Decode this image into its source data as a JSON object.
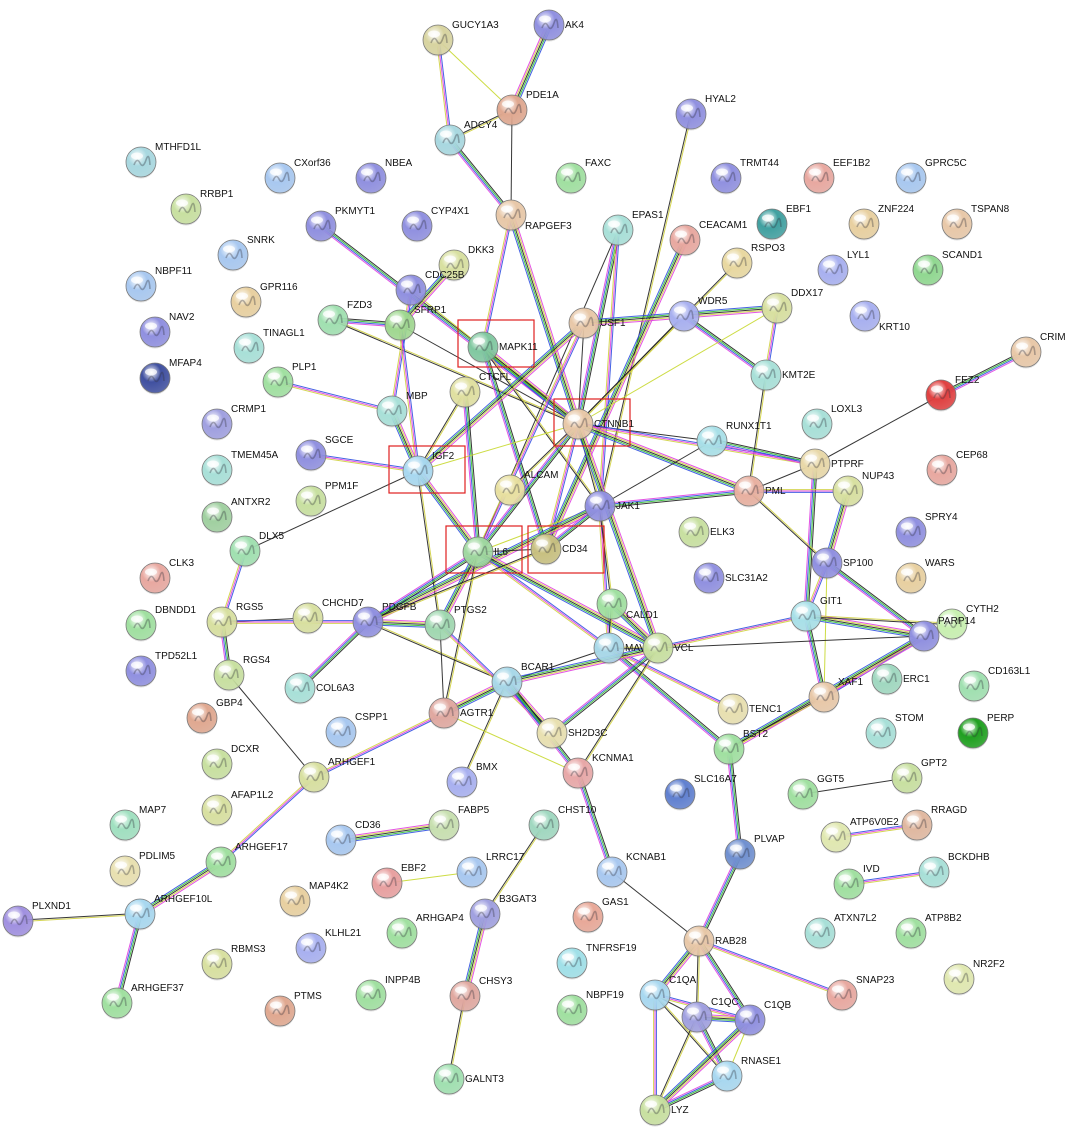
{
  "nodes": [
    {
      "id": "AK4",
      "color": "#9090e0"
    },
    {
      "id": "GUCY1A3",
      "color": "#d8d4a0"
    },
    {
      "id": "PDE1A",
      "color": "#e0a890"
    },
    {
      "id": "ADCY4",
      "color": "#a8d8e0"
    },
    {
      "id": "HYAL2",
      "color": "#9090e0"
    },
    {
      "id": "MTHFD1L",
      "color": "#a8d8e0"
    },
    {
      "id": "CXorf36",
      "color": "#a8c8f0"
    },
    {
      "id": "NBEA",
      "color": "#9090e0"
    },
    {
      "id": "FAXC",
      "color": "#a0e0a0"
    },
    {
      "id": "TRMT44",
      "color": "#9090e0"
    },
    {
      "id": "EEF1B2",
      "color": "#e8a8a0"
    },
    {
      "id": "GPRC5C",
      "color": "#a8c8f0"
    },
    {
      "id": "RRBP1",
      "color": "#c8e0a0"
    },
    {
      "id": "RAPGEF3",
      "color": "#e8c8a8"
    },
    {
      "id": "EPAS1",
      "color": "#a8e0d8"
    },
    {
      "id": "CEACAM1",
      "color": "#e8a8a0"
    },
    {
      "id": "EBF1",
      "color": "#40a0a0"
    },
    {
      "id": "ZNF224",
      "color": "#e8d0a0"
    },
    {
      "id": "TSPAN8",
      "color": "#e8c8a8"
    },
    {
      "id": "PKMYT1",
      "color": "#9090e0"
    },
    {
      "id": "CYP4X1",
      "color": "#9090e0"
    },
    {
      "id": "SNRK",
      "color": "#a8c8f0"
    },
    {
      "id": "DKK3",
      "color": "#d8e0a0"
    },
    {
      "id": "CDC25B",
      "color": "#9090e0"
    },
    {
      "id": "RSPO3",
      "color": "#e8d8a0"
    },
    {
      "id": "LYL1",
      "color": "#a8b0f0"
    },
    {
      "id": "SCAND1",
      "color": "#90d890"
    },
    {
      "id": "NBPF11",
      "color": "#a8c8f0"
    },
    {
      "id": "GPR116",
      "color": "#e8d0a0"
    },
    {
      "id": "FZD3",
      "color": "#a0e0b0"
    },
    {
      "id": "SFRP1",
      "color": "#a0d890"
    },
    {
      "id": "MAPK11",
      "color": "#80c8a0"
    },
    {
      "id": "USF1",
      "color": "#e8c8a8"
    },
    {
      "id": "WDR5",
      "color": "#a8b0f0"
    },
    {
      "id": "DDX17",
      "color": "#d8e0a0"
    },
    {
      "id": "KRT10",
      "color": "#a8b0f0"
    },
    {
      "id": "NAV2",
      "color": "#9090e0"
    },
    {
      "id": "TINAGL1",
      "color": "#a8e0d8"
    },
    {
      "id": "CRIM",
      "color": "#e8c8a8"
    },
    {
      "id": "MFAP4",
      "color": "#4050a0"
    },
    {
      "id": "PLP1",
      "color": "#a0e0a0"
    },
    {
      "id": "CTCFL",
      "color": "#e0e0a0"
    },
    {
      "id": "KMT2E",
      "color": "#a8e0d8"
    },
    {
      "id": "FEZ2",
      "color": "#e04040"
    },
    {
      "id": "CRMP1",
      "color": "#a0a0e0"
    },
    {
      "id": "MBP",
      "color": "#a8e0d8"
    },
    {
      "id": "CTNNB1",
      "color": "#e8c8a8"
    },
    {
      "id": "LOXL3",
      "color": "#a8e0d8"
    },
    {
      "id": "RUNX1T1",
      "color": "#a8e0e8"
    },
    {
      "id": "SGCE",
      "color": "#9090e0"
    },
    {
      "id": "IGF2",
      "color": "#a8d8f0"
    },
    {
      "id": "PTPRF",
      "color": "#e8d8a8"
    },
    {
      "id": "CEP68",
      "color": "#e8a8a0"
    },
    {
      "id": "TMEM45A",
      "color": "#a8e0d8"
    },
    {
      "id": "NUP43",
      "color": "#d8e0a0"
    },
    {
      "id": "PPM1F",
      "color": "#c8e0a0"
    },
    {
      "id": "ALCAM",
      "color": "#e8e0a0"
    },
    {
      "id": "PML",
      "color": "#e8b0a0"
    },
    {
      "id": "ANTXR2",
      "color": "#a0d0a0"
    },
    {
      "id": "JAK1",
      "color": "#9090e0"
    },
    {
      "id": "ELK3",
      "color": "#c8e0a0"
    },
    {
      "id": "SPRY4",
      "color": "#9090e0"
    },
    {
      "id": "DLX5",
      "color": "#a0e0b0"
    },
    {
      "id": "IL6",
      "color": "#a0d8a0"
    },
    {
      "id": "CD34",
      "color": "#c8c080"
    },
    {
      "id": "SP100",
      "color": "#9090e0"
    },
    {
      "id": "CLK3",
      "color": "#e8a8a0"
    },
    {
      "id": "SLC31A2",
      "color": "#9090e0"
    },
    {
      "id": "WARS",
      "color": "#e8d0a0"
    },
    {
      "id": "CALD1",
      "color": "#a0e0a0"
    },
    {
      "id": "DBNDD1",
      "color": "#a0e0a0"
    },
    {
      "id": "RGS5",
      "color": "#d8e0a0"
    },
    {
      "id": "CHCHD7",
      "color": "#d8e0a0"
    },
    {
      "id": "PDGFB",
      "color": "#9090e0"
    },
    {
      "id": "PTGS2",
      "color": "#a0d8b0"
    },
    {
      "id": "GIT1",
      "color": "#a8e0e8"
    },
    {
      "id": "CYTH2",
      "color": "#c8f0b0"
    },
    {
      "id": "PARP14",
      "color": "#9090e0"
    },
    {
      "id": "TPD52L1",
      "color": "#9090e0"
    },
    {
      "id": "RGS4",
      "color": "#c8e0a0"
    },
    {
      "id": "MAVS",
      "color": "#a8d8e8"
    },
    {
      "id": "VCL",
      "color": "#c8e0a0"
    },
    {
      "id": "COL6A3",
      "color": "#a8e0d8"
    },
    {
      "id": "ERC1",
      "color": "#a0d8c0"
    },
    {
      "id": "CD163L1",
      "color": "#a0e0b0"
    },
    {
      "id": "BCAR1",
      "color": "#a8d8e8"
    },
    {
      "id": "XAF1",
      "color": "#e8c8a8"
    },
    {
      "id": "GBP4",
      "color": "#e0a890"
    },
    {
      "id": "TENC1",
      "color": "#e8e0b0"
    },
    {
      "id": "AGTR1",
      "color": "#e0a8a0"
    },
    {
      "id": "CSPP1",
      "color": "#a8c8f0"
    },
    {
      "id": "STOM",
      "color": "#a8e0d8"
    },
    {
      "id": "SH2D3C",
      "color": "#e8e0b0"
    },
    {
      "id": "PERP",
      "color": "#20a020"
    },
    {
      "id": "DCXR",
      "color": "#c8e0a0"
    },
    {
      "id": "BST2",
      "color": "#a0e0a0"
    },
    {
      "id": "KCNMA1",
      "color": "#e8a8a8"
    },
    {
      "id": "ARHGEF1",
      "color": "#d8e0a0"
    },
    {
      "id": "BMX",
      "color": "#a8b0f0"
    },
    {
      "id": "SLC16A7",
      "color": "#6080d0"
    },
    {
      "id": "GPT2",
      "color": "#c8e0a0"
    },
    {
      "id": "GGT5",
      "color": "#a0e0a0"
    },
    {
      "id": "AFAP1L2",
      "color": "#d8e0a0"
    },
    {
      "id": "MAP7",
      "color": "#a0e0c0"
    },
    {
      "id": "FABP5",
      "color": "#c8e0b0"
    },
    {
      "id": "CHST10",
      "color": "#a0d8c0"
    },
    {
      "id": "ATP6V0E2",
      "color": "#e0e8b0"
    },
    {
      "id": "RRAGD",
      "color": "#e0b8a0"
    },
    {
      "id": "CD36",
      "color": "#a8c8f0"
    },
    {
      "id": "ARHGEF17",
      "color": "#a0e0a0"
    },
    {
      "id": "PDLIM5",
      "color": "#e8e0b0"
    },
    {
      "id": "PLVAP",
      "color": "#7090d0"
    },
    {
      "id": "EBF2",
      "color": "#e8a0a0"
    },
    {
      "id": "LRRC17",
      "color": "#a8c8f0"
    },
    {
      "id": "KCNAB1",
      "color": "#a8c8f0"
    },
    {
      "id": "IVD",
      "color": "#a0e0a0"
    },
    {
      "id": "BCKDHB",
      "color": "#a8e0d8"
    },
    {
      "id": "MAP4K2",
      "color": "#e8d0a0"
    },
    {
      "id": "PLXND1",
      "color": "#a090e0"
    },
    {
      "id": "ARHGEF10L",
      "color": "#a8d8f0"
    },
    {
      "id": "B3GAT3",
      "color": "#a0a0e0"
    },
    {
      "id": "ARHGAP4",
      "color": "#a0e0a0"
    },
    {
      "id": "GAS1",
      "color": "#e8a898"
    },
    {
      "id": "RAB28",
      "color": "#e8c8a8"
    },
    {
      "id": "KLHL21",
      "color": "#a8b0f0"
    },
    {
      "id": "ATXN7L2",
      "color": "#a8e0d8"
    },
    {
      "id": "ATP8B2",
      "color": "#a0e0a0"
    },
    {
      "id": "RBMS3",
      "color": "#d8e0a0"
    },
    {
      "id": "TNFRSF19",
      "color": "#a0e0e8"
    },
    {
      "id": "NR2F2",
      "color": "#e0e8b0"
    },
    {
      "id": "INPP4B",
      "color": "#a0e0a0"
    },
    {
      "id": "CHSY3",
      "color": "#e0a8a0"
    },
    {
      "id": "SNAP23",
      "color": "#e8a8a0"
    },
    {
      "id": "ARHGEF37",
      "color": "#a0e0a0"
    },
    {
      "id": "PTMS",
      "color": "#e0a890"
    },
    {
      "id": "NBPF19",
      "color": "#a0e0a0"
    },
    {
      "id": "C1QA",
      "color": "#a8d8f0"
    },
    {
      "id": "C1QC",
      "color": "#a0a0e0"
    },
    {
      "id": "C1QB",
      "color": "#9090e0"
    },
    {
      "id": "RNASE1",
      "color": "#a8d8f0"
    },
    {
      "id": "GALNT3",
      "color": "#a0e0b0"
    },
    {
      "id": "LYZ",
      "color": "#c8e0a0"
    }
  ],
  "edges": [
    [
      "GUCY1A3",
      "PDE1A"
    ],
    [
      "GUCY1A3",
      "ADCY4"
    ],
    [
      "PDE1A",
      "AK4"
    ],
    [
      "PDE1A",
      "ADCY4"
    ],
    [
      "ADCY4",
      "RAPGEF3"
    ],
    [
      "PDE1A",
      "RAPGEF3"
    ],
    [
      "RAPGEF3",
      "MAPK11"
    ],
    [
      "RAPGEF3",
      "CTNNB1"
    ],
    [
      "HYAL2",
      "JAK1"
    ],
    [
      "EPAS1",
      "CTNNB1"
    ],
    [
      "EPAS1",
      "IL6"
    ],
    [
      "EPAS1",
      "JAK1"
    ],
    [
      "CEACAM1",
      "CD34"
    ],
    [
      "RSPO3",
      "CTNNB1"
    ],
    [
      "PKMYT1",
      "CTNNB1"
    ],
    [
      "CDC25B",
      "CTNNB1"
    ],
    [
      "CDC25B",
      "MBP"
    ],
    [
      "DKK3",
      "SFRP1"
    ],
    [
      "FZD3",
      "CTNNB1"
    ],
    [
      "FZD3",
      "SFRP1"
    ],
    [
      "SFRP1",
      "CTNNB1"
    ],
    [
      "SFRP1",
      "IGF2"
    ],
    [
      "MAPK11",
      "CTNNB1"
    ],
    [
      "MAPK11",
      "JAK1"
    ],
    [
      "MAPK11",
      "CD34"
    ],
    [
      "USF1",
      "CTNNB1"
    ],
    [
      "USF1",
      "IL6"
    ],
    [
      "USF1",
      "IGF2"
    ],
    [
      "WDR5",
      "CTNNB1"
    ],
    [
      "WDR5",
      "KMT2E"
    ],
    [
      "DDX17",
      "CTNNB1"
    ],
    [
      "DDX17",
      "KMT2E"
    ],
    [
      "DDX17",
      "USF1"
    ],
    [
      "KMT2E",
      "PML"
    ],
    [
      "FEZ2",
      "CRIM"
    ],
    [
      "FEZ2",
      "PTPRF"
    ],
    [
      "PLP1",
      "MBP"
    ],
    [
      "MBP",
      "IGF2"
    ],
    [
      "CTCFL",
      "IGF2"
    ],
    [
      "CTCFL",
      "IL6"
    ],
    [
      "CTNNB1",
      "RUNX1T1"
    ],
    [
      "CTNNB1",
      "PTPRF"
    ],
    [
      "CTNNB1",
      "PML"
    ],
    [
      "CTNNB1",
      "JAK1"
    ],
    [
      "CTNNB1",
      "IL6"
    ],
    [
      "CTNNB1",
      "IGF2"
    ],
    [
      "CTNNB1",
      "CD34"
    ],
    [
      "CTNNB1",
      "VCL"
    ],
    [
      "CTNNB1",
      "ALCAM"
    ],
    [
      "RUNX1T1",
      "PTPRF"
    ],
    [
      "RUNX1T1",
      "JAK1"
    ],
    [
      "SGCE",
      "IGF2"
    ],
    [
      "IGF2",
      "IL6"
    ],
    [
      "IGF2",
      "PTGS2"
    ],
    [
      "PTPRF",
      "GIT1"
    ],
    [
      "PTPRF",
      "PML"
    ],
    [
      "NUP43",
      "PML"
    ],
    [
      "NUP43",
      "SP100"
    ],
    [
      "PML",
      "SP100"
    ],
    [
      "PML",
      "JAK1"
    ],
    [
      "JAK1",
      "IL6"
    ],
    [
      "JAK1",
      "MAVS"
    ],
    [
      "JAK1",
      "PDGFB"
    ],
    [
      "JAK1",
      "CALD1"
    ],
    [
      "JAK1",
      "CD34"
    ],
    [
      "DLX5",
      "IGF2"
    ],
    [
      "DLX5",
      "RGS5"
    ],
    [
      "IL6",
      "PTGS2"
    ],
    [
      "IL6",
      "AGTR1"
    ],
    [
      "IL6",
      "PDGFB"
    ],
    [
      "IL6",
      "CD34"
    ],
    [
      "IL6",
      "MAVS"
    ],
    [
      "IL6",
      "VCL"
    ],
    [
      "CD34",
      "PDGFB"
    ],
    [
      "SP100",
      "PARP14"
    ],
    [
      "SP100",
      "XAF1"
    ],
    [
      "SP100",
      "GIT1"
    ],
    [
      "CALD1",
      "VCL"
    ],
    [
      "CALD1",
      "MAVS"
    ],
    [
      "RGS5",
      "RGS4"
    ],
    [
      "RGS5",
      "CHCHD7"
    ],
    [
      "RGS5",
      "PDGFB"
    ],
    [
      "PDGFB",
      "PTGS2"
    ],
    [
      "PDGFB",
      "BCAR1"
    ],
    [
      "PDGFB",
      "COL6A3"
    ],
    [
      "PTGS2",
      "AGTR1"
    ],
    [
      "PTGS2",
      "SH2D3C"
    ],
    [
      "GIT1",
      "PARP14"
    ],
    [
      "GIT1",
      "CYTH2"
    ],
    [
      "GIT1",
      "XAF1"
    ],
    [
      "GIT1",
      "VCL"
    ],
    [
      "PARP14",
      "XAF1"
    ],
    [
      "PARP14",
      "BST2"
    ],
    [
      "MAVS",
      "VCL"
    ],
    [
      "MAVS",
      "BST2"
    ],
    [
      "MAVS",
      "BCAR1"
    ],
    [
      "MAVS",
      "TENC1"
    ],
    [
      "VCL",
      "BCAR1"
    ],
    [
      "VCL",
      "KCNMA1"
    ],
    [
      "VCL",
      "SH2D3C"
    ],
    [
      "VCL",
      "PARP14"
    ],
    [
      "VCL",
      "GIT1"
    ],
    [
      "BCAR1",
      "SH2D3C"
    ],
    [
      "BCAR1",
      "BMX"
    ],
    [
      "BCAR1",
      "KCNMA1"
    ],
    [
      "AGTR1",
      "KCNMA1"
    ],
    [
      "AGTR1",
      "ARHGEF1"
    ],
    [
      "AGTR1",
      "BCAR1"
    ],
    [
      "XAF1",
      "BST2"
    ],
    [
      "BST2",
      "PLVAP"
    ],
    [
      "RGS4",
      "ARHGEF1"
    ],
    [
      "ARHGEF1",
      "ARHGEF17"
    ],
    [
      "ARHGEF17",
      "ARHGEF10L"
    ],
    [
      "ARHGEF10L",
      "PLXND1"
    ],
    [
      "ARHGEF10L",
      "ARHGEF37"
    ],
    [
      "GGT5",
      "GPT2"
    ],
    [
      "ATP6V0E2",
      "RRAGD"
    ],
    [
      "CD36",
      "FABP5"
    ],
    [
      "CHST10",
      "B3GAT3"
    ],
    [
      "KCNMA1",
      "KCNAB1"
    ],
    [
      "EBF2",
      "LRRC17"
    ],
    [
      "IVD",
      "BCKDHB"
    ],
    [
      "B3GAT3",
      "CHSY3"
    ],
    [
      "CHSY3",
      "GALNT3"
    ],
    [
      "PLVAP",
      "RAB28"
    ],
    [
      "KCNAB1",
      "RAB28"
    ],
    [
      "RAB28",
      "SNAP23"
    ],
    [
      "RAB28",
      "C1QA"
    ],
    [
      "RAB28",
      "C1QC"
    ],
    [
      "RAB28",
      "C1QB"
    ],
    [
      "C1QA",
      "C1QC"
    ],
    [
      "C1QA",
      "C1QB"
    ],
    [
      "C1QC",
      "C1QB"
    ],
    [
      "C1QA",
      "RNASE1"
    ],
    [
      "C1QC",
      "RNASE1"
    ],
    [
      "C1QB",
      "RNASE1"
    ],
    [
      "C1QA",
      "LYZ"
    ],
    [
      "C1QB",
      "LYZ"
    ],
    [
      "C1QC",
      "LYZ"
    ],
    [
      "RNASE1",
      "LYZ"
    ]
  ],
  "highlighted": [
    "MAPK11",
    "CTNNB1",
    "IGF2",
    "IL6",
    "CD34"
  ],
  "edge_colors": [
    "#30c030",
    "#3050e0",
    "#e040e0",
    "#d0d040",
    "#202020"
  ]
}
